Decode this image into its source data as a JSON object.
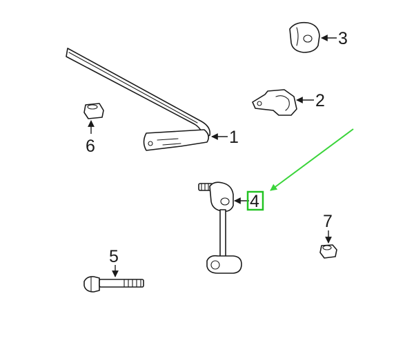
{
  "diagram": {
    "callouts": [
      "1",
      "2",
      "3",
      "4",
      "5",
      "6",
      "7"
    ],
    "highlight_callout": "4",
    "colors": {
      "line": "#1a1a1a",
      "highlight_box": "#22c322",
      "pointer_arrow": "#3ad43a",
      "background": "#ffffff"
    }
  }
}
